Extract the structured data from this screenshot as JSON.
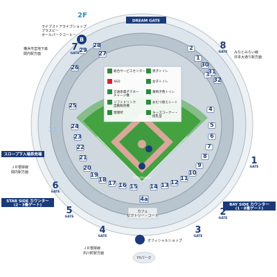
{
  "floor": "2F",
  "banners": {
    "dream_gate": "DREAM GATE",
    "slope": "スロープ下入場券売場",
    "starside": "STAR SIDE カウンター\n(2・3番ゲート)",
    "bayside": "BAY SIDE カウンター\n(1・8番ゲート)"
  },
  "gates": [
    {
      "num": "7",
      "label": "GATE"
    },
    {
      "num": "8",
      "label": "GATE"
    },
    {
      "num": "6",
      "label": "GATE"
    },
    {
      "num": "1",
      "label": "GATE"
    },
    {
      "num": "5",
      "label": "GATE"
    },
    {
      "num": "2",
      "label": "GATE"
    },
    {
      "num": "4",
      "label": "GATE"
    },
    {
      "num": "3",
      "label": "GATE"
    }
  ],
  "directions": {
    "yokohama": "横浜市営地下鉄\n関内駅方面",
    "minato": "みなとみらい線\n日本大通り駅方面",
    "jr_kannai": "ＪＲ根岸線\n関内駅方面",
    "jr_ishikawa": "ＪＲ根岸線\n石川町駅方面"
  },
  "shops": {
    "top_left": "ライブストアライブショップ\nプラスピー\nボールパークコーヒー",
    "cafe": "カフェ\nピクトリー・コート",
    "official": "オフィシャルショップ",
    "yy_park": "YYパーク"
  },
  "legend": [
    {
      "icon": "info-icon",
      "label": "総合サービスセンター",
      "color": "#2a8a3a"
    },
    {
      "icon": "mens-toilet-icon",
      "label": "男子トイレ",
      "color": "#2a8a3a"
    },
    {
      "icon": "aed-icon",
      "label": "AED",
      "color": "#d22"
    },
    {
      "icon": "womens-toilet-icon",
      "label": "女子トイレ",
      "color": "#2a8a3a"
    },
    {
      "icon": "ic-charge-icon",
      "label": "交通系電子マネー\nチャージ機",
      "color": "#2a8a3a"
    },
    {
      "icon": "wheelchair-toilet-icon",
      "label": "車椅子用トイレ",
      "color": "#2a8a3a"
    },
    {
      "icon": "vending-icon",
      "label": "ソフトドリンク\n自動販売機",
      "color": "#2a8a3a"
    },
    {
      "icon": "diaper-icon",
      "label": "おむつ替えシート",
      "color": "#2a8a3a"
    },
    {
      "icon": "smoking-icon",
      "label": "喫煙所",
      "color": "#2a8a3a"
    },
    {
      "icon": "kids-icon",
      "label": "キッズコーナー・\n授乳室",
      "color": "#2a8a3a"
    }
  ],
  "field_logo": "Yokohama",
  "seat_blocks": [
    "29",
    "28",
    "27",
    "26",
    "25",
    "24",
    "23",
    "22",
    "21",
    "20",
    "19",
    "18",
    "17",
    "16",
    "15",
    "14",
    "13",
    "12",
    "11",
    "10",
    "9",
    "8",
    "7",
    "6",
    "5",
    "4",
    "3",
    "2",
    "1",
    "30",
    "31",
    "32"
  ],
  "bottom_block": "4a",
  "colors": {
    "navy": "#1a3a7a",
    "field_green": "#3f9b3d",
    "infield": "#d9a89a",
    "stand_grey": "#9aa8b4",
    "concourse": "#e6ecf1"
  }
}
